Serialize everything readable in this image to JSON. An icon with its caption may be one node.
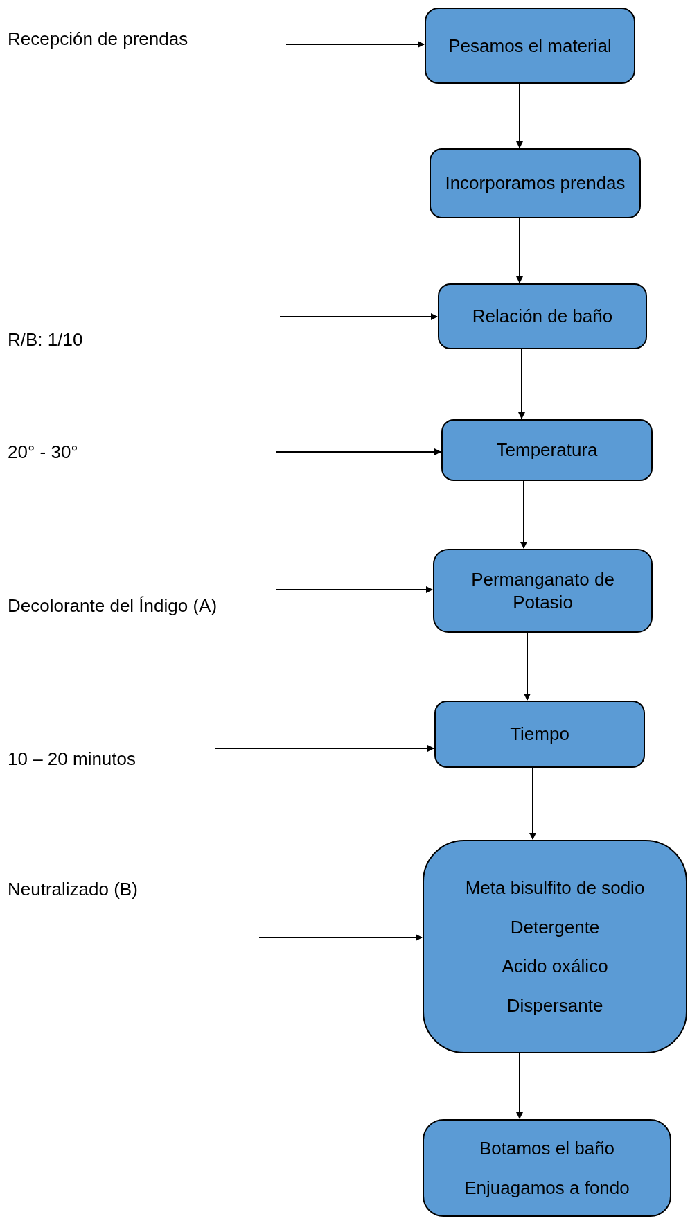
{
  "diagram": {
    "nodes": [
      {
        "text": [
          "Pesamos el material"
        ]
      },
      {
        "text": [
          "Incorporamos prendas"
        ]
      },
      {
        "text": [
          "Relación de baño"
        ]
      },
      {
        "text": [
          "Temperatura"
        ]
      },
      {
        "text": [
          "Permanganato de Potasio"
        ]
      },
      {
        "text": [
          "Tiempo"
        ]
      },
      {
        "text": [
          "Meta bisulfito de sodio",
          "Detergente",
          "Acido oxálico",
          "Dispersante"
        ]
      },
      {
        "text": [
          "Botamos el baño",
          "Enjuagamos a fondo"
        ]
      }
    ],
    "edges": [
      {
        "from": 0,
        "to": 1,
        "arrow": "to"
      },
      {
        "from": 1,
        "to": 2,
        "arrow": "to"
      },
      {
        "from": 2,
        "to": 3,
        "arrow": "to"
      },
      {
        "from": 3,
        "to": 4,
        "arrow": "to"
      },
      {
        "from": 4,
        "to": 5,
        "arrow": "to"
      },
      {
        "from": 5,
        "to": 6,
        "arrow": "to"
      },
      {
        "from": 6,
        "to": 7,
        "arrow": "to"
      },
      {
        "from": null,
        "to": 0,
        "arrow": "to"
      },
      {
        "from": null,
        "to": 2,
        "arrow": "to"
      },
      {
        "from": null,
        "to": 3,
        "arrow": "to"
      },
      {
        "from": null,
        "to": 4,
        "arrow": "to"
      },
      {
        "from": null,
        "to": 5,
        "arrow": "to"
      },
      {
        "from": null,
        "to": 6,
        "arrow": "to"
      }
    ],
    "labels": [
      "Recepción de prendas",
      "R/B: 1/10",
      "20° - 30°",
      "Decolorante del Índigo (A)",
      "10 – 20 minutos",
      "Neutralizado (B)"
    ]
  }
}
